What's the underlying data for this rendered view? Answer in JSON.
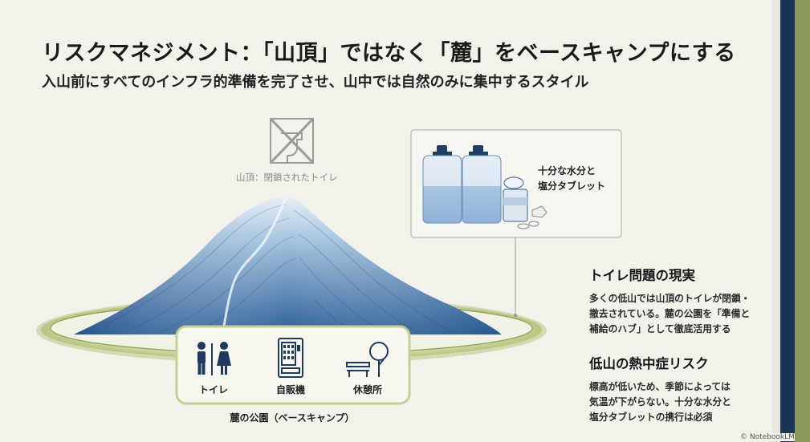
{
  "header": {
    "title": "リスクマネジメント：「山頂」ではなく「麓」をベースキャンプにする",
    "subtitle": "入山前にすべてのインフラ的準備を完了させ、山中では自然のみに集中するスタイル"
  },
  "illustration": {
    "summit_label": "山頂：閉鎖されたトイレ",
    "supplies_label_lines": [
      "十分な水分と",
      "塩分タブレット"
    ],
    "facilities": [
      {
        "label": "トイレ",
        "icon": "restroom-icon"
      },
      {
        "label": "自販機",
        "icon": "vending-machine-icon"
      },
      {
        "label": "休憩所",
        "icon": "bench-tree-icon"
      }
    ],
    "base_camp_label": "麓の公園（ベースキャンプ）"
  },
  "panels": {
    "toilet": {
      "heading": "トイレ問題の現実",
      "body_lines": [
        "多くの低山では山頂のトイレが閉鎖・",
        "撤去されている。麓の公園を「準備と",
        "補給のハブ」として徹底活用する"
      ]
    },
    "heat": {
      "heading": "低山の熱中症リスク",
      "body_lines": [
        "標高が低いため、季節によっては",
        "気温が下がらない。十分な水分と",
        "塩分タブレットの携行は必須"
      ]
    }
  },
  "badge": "© NotebookLM",
  "colors": {
    "navy": "#1b3556",
    "olive": "#8a9a58",
    "mountain_light": "#c9dcec",
    "mountain_dark": "#1f4f86",
    "facility_border": "#c4d08f"
  }
}
